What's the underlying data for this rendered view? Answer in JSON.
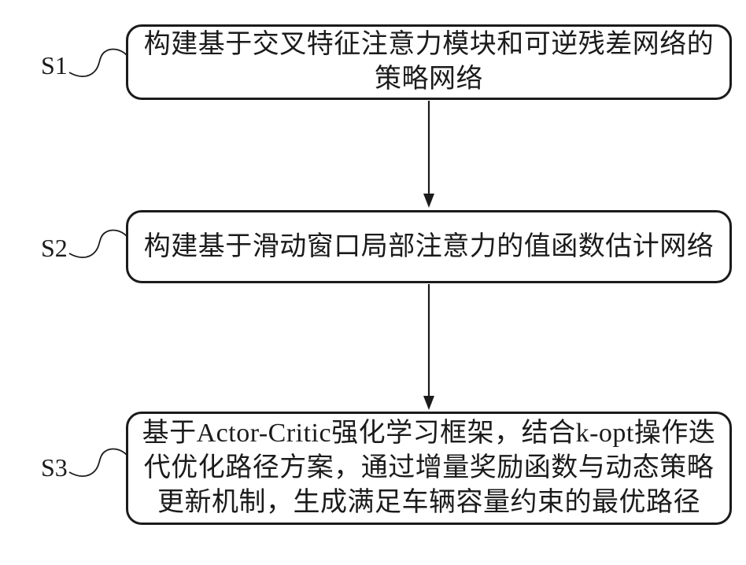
{
  "figure": {
    "type": "flowchart",
    "background_color": "#ffffff",
    "ink_color": "#1b1b1b",
    "steps": [
      {
        "label": "S1",
        "lines": [
          "构建基于交叉特征注意力模块和可逆残差网络的",
          "策略网络"
        ]
      },
      {
        "label": "S2",
        "lines": [
          "构建基于滑动窗口局部注意力的值函数估计网络"
        ]
      },
      {
        "label": "S3",
        "lines": [
          "基于Actor-Critic强化学习框架，结合k-opt操作迭",
          "代优化路径方案，通过增量奖励函数与动态策略",
          "更新机制，生成满足车辆容量约束的最优路径"
        ]
      }
    ],
    "connectors": [
      {
        "name": "down-arrow-icon",
        "from": "S1",
        "to": "S2"
      },
      {
        "name": "down-arrow-icon",
        "from": "S2",
        "to": "S3"
      }
    ],
    "lead_lines": [
      {
        "name": "squiggle-lead-line",
        "from_label": "S1"
      },
      {
        "name": "squiggle-lead-line",
        "from_label": "S2"
      },
      {
        "name": "squiggle-lead-line",
        "from_label": "S3"
      }
    ]
  }
}
